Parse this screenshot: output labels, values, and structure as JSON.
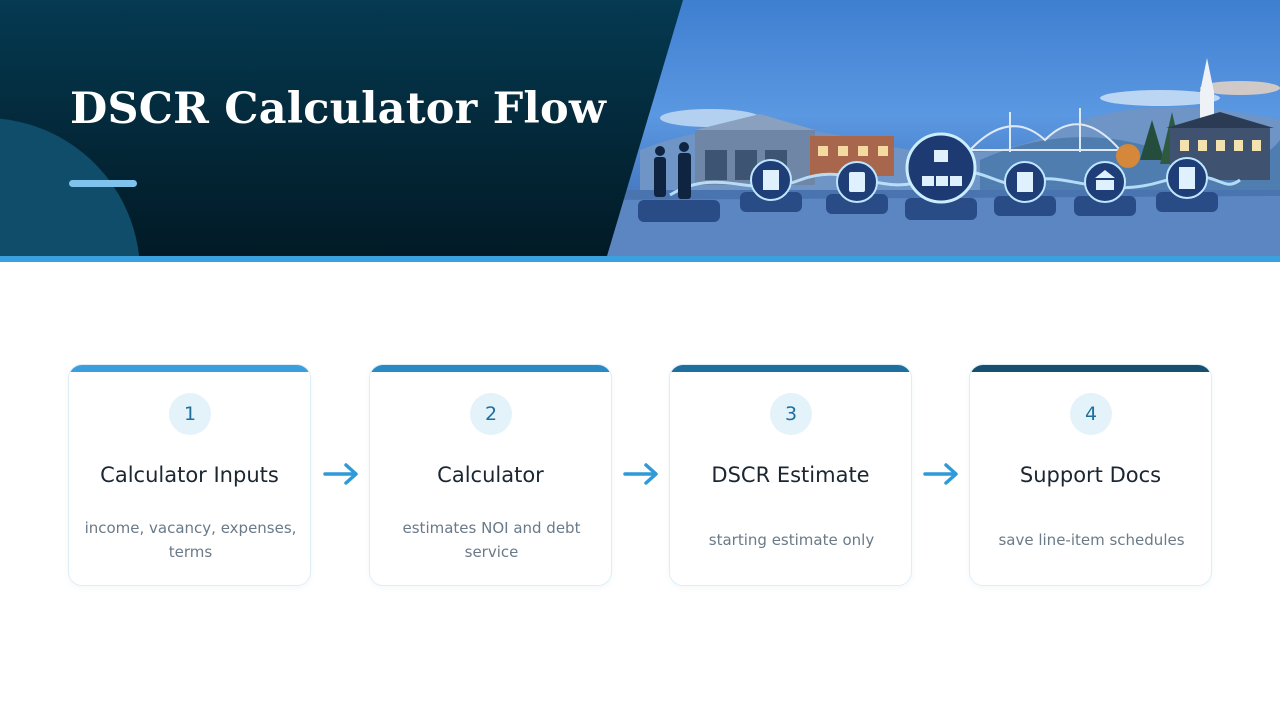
{
  "header": {
    "title": "DSCR Calculator Flow"
  },
  "steps": [
    {
      "number": "1",
      "title": "Calculator Inputs",
      "description": "income, vacancy, expenses, terms",
      "bar_color": "#3a9fdc"
    },
    {
      "number": "2",
      "title": "Calculator",
      "description": "estimates NOI and debt service",
      "bar_color": "#2a8ac4"
    },
    {
      "number": "3",
      "title": "DSCR Estimate",
      "description": "starting estimate only",
      "bar_color": "#1f6f9e"
    },
    {
      "number": "4",
      "title": "Support Docs",
      "description": "save line-item schedules",
      "bar_color": "#174f6e"
    }
  ],
  "colors": {
    "title_panel": "#032636",
    "accent_line": "#3aa0de",
    "arrow": "#2f9ad8",
    "badge_bg": "#e4f2f9",
    "badge_text": "#1d6fa0"
  },
  "icons": {
    "arrow": "arrow-right-icon",
    "illustration_nodes": [
      "building-icon",
      "calculator-icon",
      "org-chart-icon",
      "buildings-icon",
      "bank-icon",
      "office-building-icon"
    ]
  }
}
